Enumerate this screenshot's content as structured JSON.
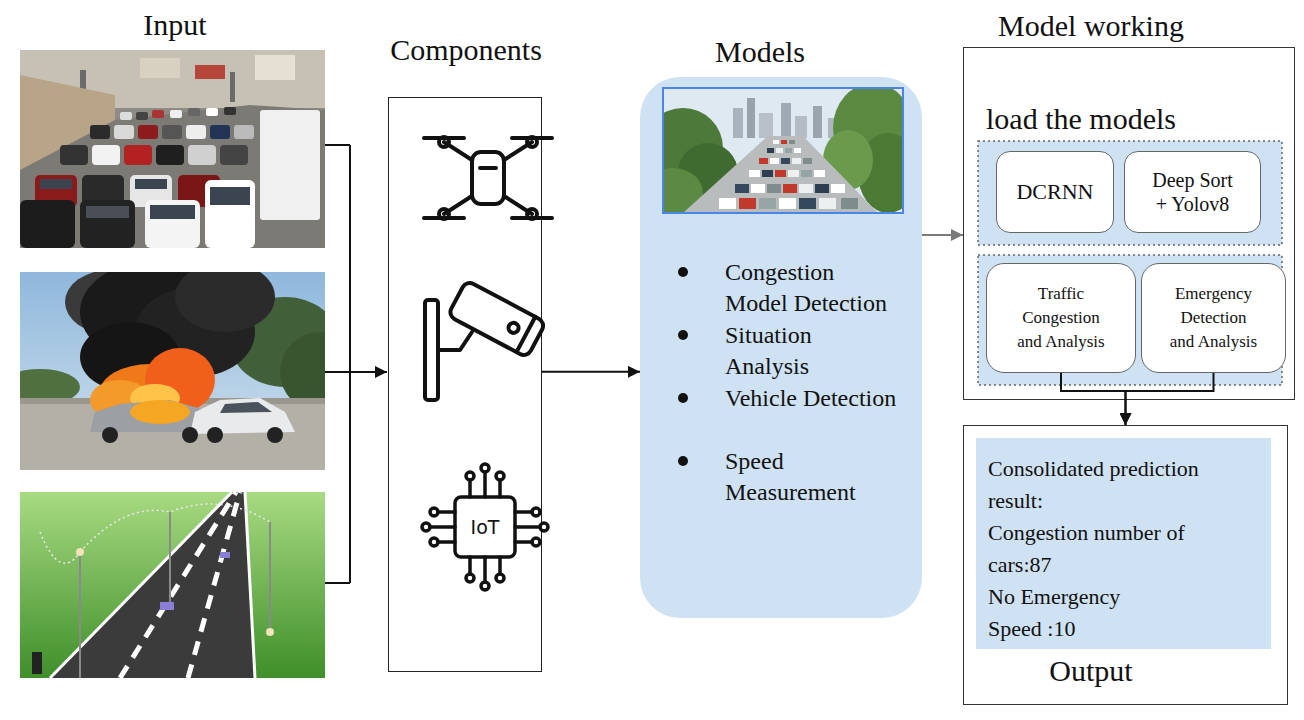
{
  "diagram": {
    "nodes": [
      {
        "text": [
          "Components"
        ]
      },
      {
        "text": [
          "Models",
          "Congestion Model Detection",
          "Situation Analysis",
          "Vehicle Detection",
          "Speed Measurement"
        ]
      },
      {
        "text": [
          "Model working",
          "load the models"
        ]
      },
      {
        "text": [
          "DCRNN"
        ],
        "in": 2
      },
      {
        "text": [
          "Deep Sort + Yolov8"
        ],
        "in": 2
      },
      {
        "text": [
          "Traffic Congestion and Analysis"
        ],
        "in": 2
      },
      {
        "text": [
          "Emergency Detection and Analysis"
        ],
        "in": 2
      },
      {
        "text": [
          "Output"
        ]
      },
      {
        "text": [
          "Consolidated prediction result:",
          "Congestion number of cars:87",
          "No Emergency",
          "Speed :10"
        ],
        "in": 7
      }
    ],
    "edges": [
      {
        "from": 0,
        "to": 1,
        "arrow": "to"
      },
      {
        "from": 1,
        "to": 2,
        "arrow": "to"
      },
      {
        "from": 5,
        "to": 7,
        "arrow": "to"
      },
      {
        "from": 6,
        "to": 7,
        "arrow": "to"
      }
    ],
    "labels": [
      "Input",
      "IoT"
    ]
  }
}
